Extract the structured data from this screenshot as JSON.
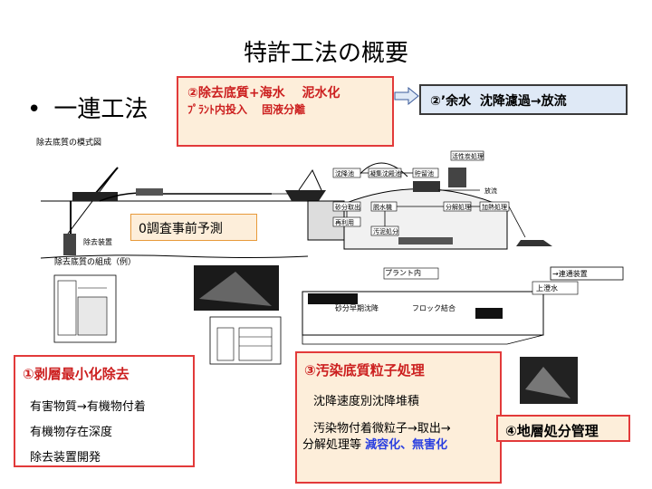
{
  "title": "特許工法の概要",
  "bullet": {
    "dot": "•",
    "label": "一連工法"
  },
  "boxes": {
    "removal": {
      "line1": "②除去底質+海水　 泥水化",
      "line2": "ﾌﾟﾗﾝﾄ内投入　 固液分離"
    },
    "water": "②’余水  沈降濾過→放流",
    "survey": "0調査事前予測",
    "peel": {
      "heading": "①剥層最小化除去",
      "items": [
        "有害物質→有機物付着",
        "有機物存在深度",
        "除去装置開発"
      ]
    },
    "particle": {
      "heading": "③汚染底質粒子処理",
      "line1": "沈降速度別沈降堆積",
      "line2": "汚染物付着微粒子→取出→",
      "line3_prefix": "分解処理等 ",
      "line3_emph": "減容化、無害化"
    },
    "disposal": "④地層処分管理"
  },
  "diagram": {
    "upper_caption": "除去底質の模式図",
    "lower_caption": "除去底質の組成（例）",
    "dredge_label": "除去装置",
    "plant_label": "プラント内",
    "device_label": "→連通装置",
    "supernatant": "上澄水",
    "sediment_label": "砂分早期沈降",
    "floc_label": "フロック結合",
    "process_labels": [
      "沈降池",
      "凝集沈殿池",
      "砂分取出",
      "脱水機",
      "再利用",
      "汚泥処分",
      "放流",
      "貯留池",
      "活性炭処理",
      "分解処理",
      "加熱処理"
    ]
  },
  "colors": {
    "red": "#e23a3a",
    "peach": "#fdeeda",
    "light_blue": "#dfe9f6",
    "blue_text": "#2a3fe0"
  }
}
